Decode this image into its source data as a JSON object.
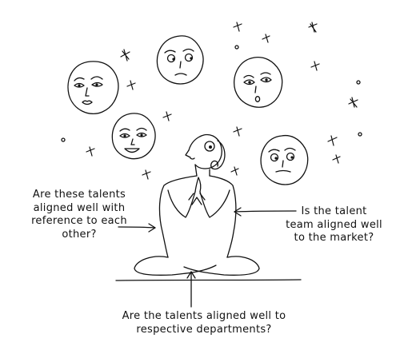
{
  "labels": {
    "left": "Are these talents\naligned well with\nreference to each\nother?",
    "right": "Is the talent\nteam aligned well\nto the market?",
    "bottom": "Are the talents aligned well to\nrespective departments?"
  },
  "colors": {
    "ink": "#111111",
    "background": "#ffffff"
  }
}
